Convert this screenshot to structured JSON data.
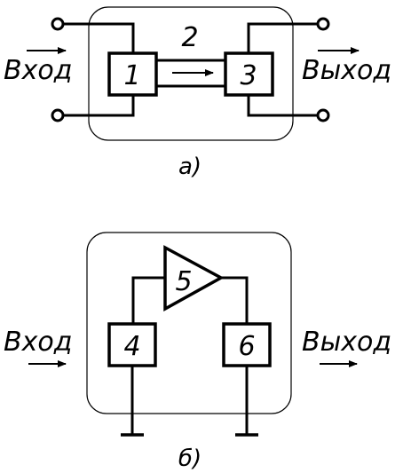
{
  "diagram_a": {
    "input_label": "Вход",
    "output_label": "Выход",
    "block_1": "1",
    "block_2": "2",
    "block_3": "3",
    "caption": "а)"
  },
  "diagram_b": {
    "input_label": "Вход",
    "output_label": "Выход",
    "block_4": "4",
    "block_5": "5",
    "block_6": "6",
    "caption": "б)"
  }
}
